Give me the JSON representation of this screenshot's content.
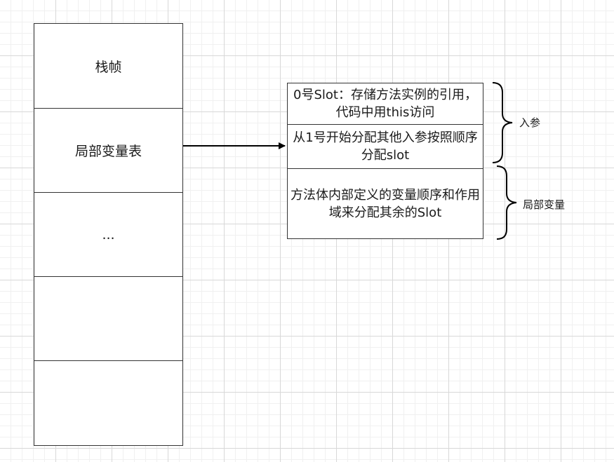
{
  "stack_frame": {
    "cells": [
      {
        "label": "栈帧"
      },
      {
        "label": "局部变量表"
      },
      {
        "label": "..."
      },
      {
        "label": ""
      },
      {
        "label": ""
      }
    ]
  },
  "local_variable_table": {
    "slots": [
      {
        "text": "0号Slot：存储方法实例的引用，代码中用this访问"
      },
      {
        "text": "从1号开始分配其他入参按照顺序分配slot"
      },
      {
        "text": "方法体内部定义的变量顺序和作用域来分配其余的Slot"
      }
    ]
  },
  "brace_labels": {
    "params": "入参",
    "locals": "局部变量"
  }
}
